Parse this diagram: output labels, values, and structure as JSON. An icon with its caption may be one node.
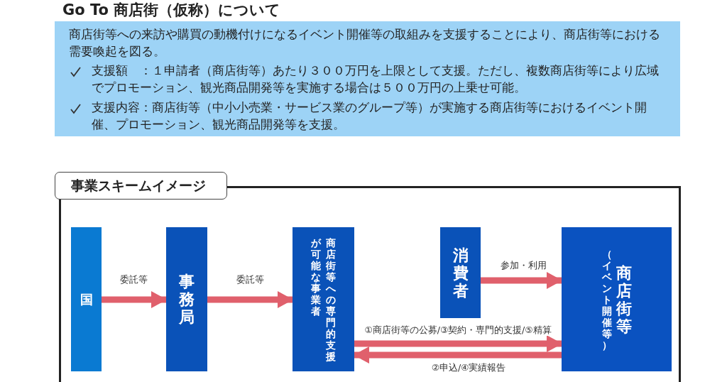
{
  "diagram": {
    "title": "Go To 商店街（仮称）について",
    "nodes": [
      {
        "text": [
          "商店街等への来訪や購買の動機付けになるイベント開催等の取組みを支援することにより、商店街等における需要喚起を図る。",
          "支援額　：１申請者（商店街等）あたり３００万円を上限として支援。ただし、複数商店街等により広域でプロモーション、観光商品開発等を実施する場合は５００万円の上乗せ可能。",
          "支援内容：商店街等（中小小売業・サービス業のグループ等）が実施する商店街等におけるイベント開催、プロモーション、観光商品開発等を支援。"
        ]
      },
      {
        "text": [
          "事業スキームイメージ"
        ]
      },
      {
        "text": [
          "国"
        ],
        "in": 1
      },
      {
        "text": [
          "事務局"
        ],
        "in": 1
      },
      {
        "text": [
          "商店街等への専門的支援が可能な事業者"
        ],
        "in": 1
      },
      {
        "text": [
          "消費者"
        ],
        "in": 1
      },
      {
        "text": [
          "（イベント開催等）",
          "商店街等"
        ],
        "in": 1
      }
    ],
    "edges": [
      {
        "from": 2,
        "to": 3,
        "arrow": "to",
        "label": "委託等"
      },
      {
        "from": 3,
        "to": 4,
        "arrow": "to",
        "label": "委託等"
      },
      {
        "from": 5,
        "to": 6,
        "arrow": "to",
        "label": "参加・利用"
      },
      {
        "from": 4,
        "to": 6,
        "arrow": "to",
        "label": "①商店街等の公募/③契約・専門的支援/⑤精算"
      },
      {
        "from": 6,
        "to": 4,
        "arrow": "to",
        "label": "②申込/④実績報告"
      }
    ]
  }
}
